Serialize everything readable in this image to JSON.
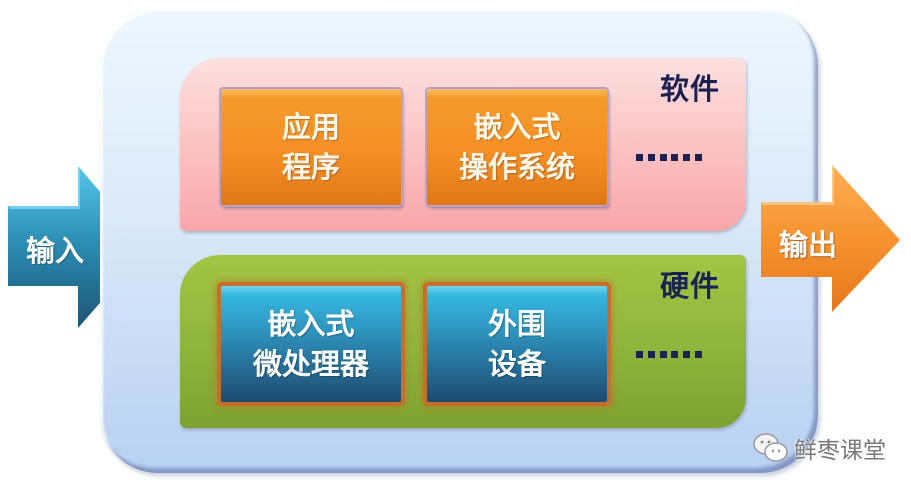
{
  "diagram": {
    "input_arrow": {
      "label": "输入",
      "color_top": "#4fc3e6",
      "color_bottom": "#1d5878"
    },
    "output_arrow": {
      "label": "输出",
      "color_top": "#fba64a",
      "color_bottom": "#ea7a1c"
    },
    "software": {
      "label": "软件",
      "background": "#fbc0c1",
      "items": [
        {
          "line1": "应用",
          "line2": "程序"
        },
        {
          "line1": "嵌入式",
          "line2": "操作系统"
        }
      ],
      "ellipsis": "......"
    },
    "hardware": {
      "label": "硬件",
      "background": "#8fb43c",
      "items": [
        {
          "line1": "嵌入式",
          "line2": "微处理器"
        },
        {
          "line1": "外围",
          "line2": "设备"
        }
      ],
      "ellipsis": "......"
    },
    "container_color": "#dbe9f8",
    "label_color": "#1b2150"
  },
  "watermark": {
    "icon": "wechat-icon",
    "text": "鲜枣课堂"
  }
}
